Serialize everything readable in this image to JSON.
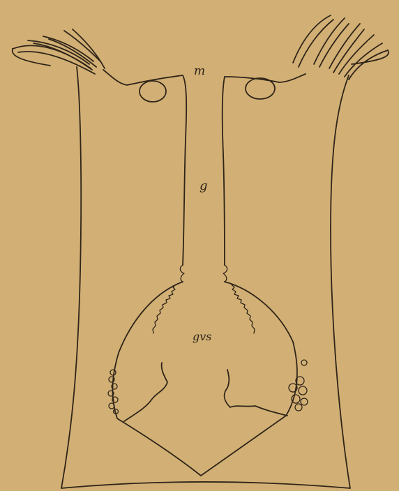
{
  "figure": {
    "labels": {
      "mouth": "m",
      "gullet": "g",
      "gastrovascular_space": "gvs"
    }
  }
}
